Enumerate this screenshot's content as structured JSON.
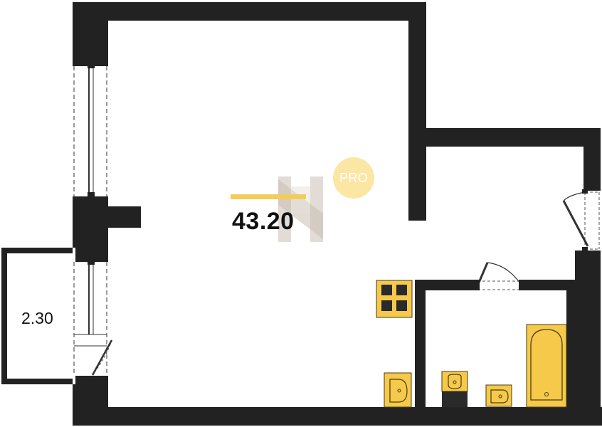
{
  "plan": {
    "main_area": "43.20",
    "balcony_area": "2.30",
    "badge": "PRO"
  },
  "colors": {
    "wall": "#222222",
    "fixture_yellow": "#f6c94a",
    "fixture_outline": "#4a3d12",
    "accent_line": "#f3cc5c",
    "watermark": "#d8cfc8",
    "badge_bg": "#fbe6a4"
  },
  "icons": {
    "stove": "stove-icon",
    "kitchen_sink": "kitchen-sink-icon",
    "toilet": "toilet-icon",
    "bath_sink": "bathroom-sink-icon",
    "bathtub": "bathtub-icon",
    "logo": "logo-mark-icon"
  }
}
